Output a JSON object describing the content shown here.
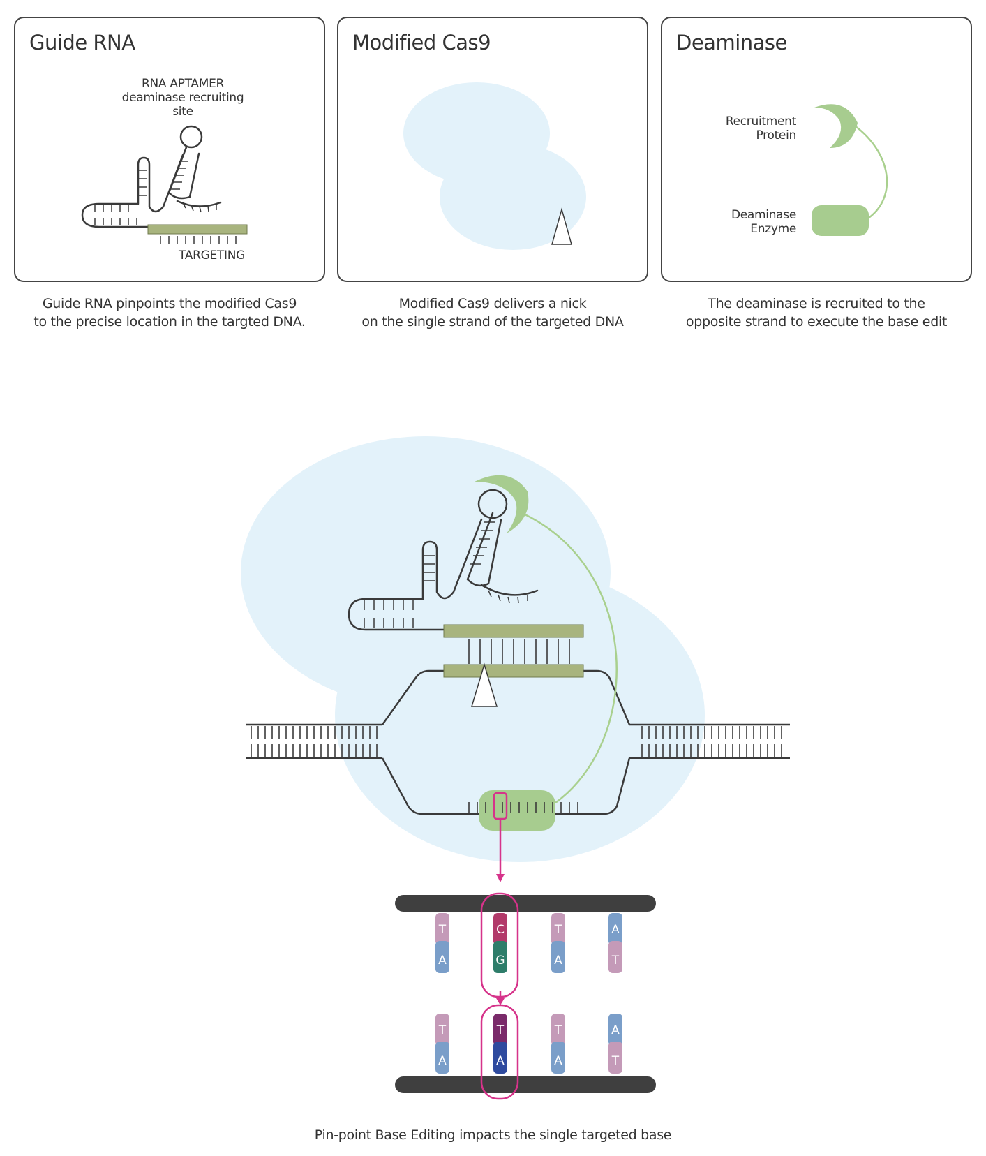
{
  "panels": [
    {
      "title": "Guide RNA",
      "caption_line1": "Guide RNA pinpoints the modified Cas9",
      "caption_line2": "to the precise location in the targted DNA.",
      "labels": {
        "aptamer_line1": "RNA APTAMER",
        "aptamer_line2": "deaminase recruiting site",
        "targeting": "TARGETING"
      }
    },
    {
      "title": "Modified Cas9",
      "caption_line1": "Modified Cas9 delivers a nick",
      "caption_line2": "on the single strand of the targeted DNA",
      "labels": {}
    },
    {
      "title": "Deaminase",
      "caption_line1": "The deaminase is recruited to the",
      "caption_line2": "opposite strand to execute the base edit",
      "labels": {
        "recruitment_line1": "Recruitment",
        "recruitment_line2": "Protein",
        "enzyme_line1": "Deaminase",
        "enzyme_line2": "Enzyme"
      }
    }
  ],
  "base_pairs_before": [
    {
      "top": "T",
      "bottom": "A",
      "top_color": "#c49ab8",
      "bottom_color": "#7a9ec9"
    },
    {
      "top": "C",
      "bottom": "G",
      "top_color": "#b23a6a",
      "bottom_color": "#2e7d6a"
    },
    {
      "top": "T",
      "bottom": "A",
      "top_color": "#c49ab8",
      "bottom_color": "#7a9ec9"
    },
    {
      "top": "A",
      "bottom": "T",
      "top_color": "#7a9ec9",
      "bottom_color": "#c49ab8"
    }
  ],
  "base_pairs_after": [
    {
      "top": "T",
      "bottom": "A",
      "top_color": "#c49ab8",
      "bottom_color": "#7a9ec9"
    },
    {
      "top": "T",
      "bottom": "A",
      "top_color": "#7a2a6a",
      "bottom_color": "#2e4a9e"
    },
    {
      "top": "T",
      "bottom": "A",
      "top_color": "#c49ab8",
      "bottom_color": "#7a9ec9"
    },
    {
      "top": "A",
      "bottom": "T",
      "top_color": "#7a9ec9",
      "bottom_color": "#c49ab8"
    }
  ],
  "bottom_caption": "Pin-point Base Editing impacts the single targeted base",
  "colors": {
    "protein_blue": "#e3f2fa",
    "deaminase_green": "#a7cc8f",
    "linker_green": "#a9d08e",
    "target_strip": "#a8b47e",
    "highlight_magenta": "#d6338a",
    "strand": "#3a3a3a"
  }
}
